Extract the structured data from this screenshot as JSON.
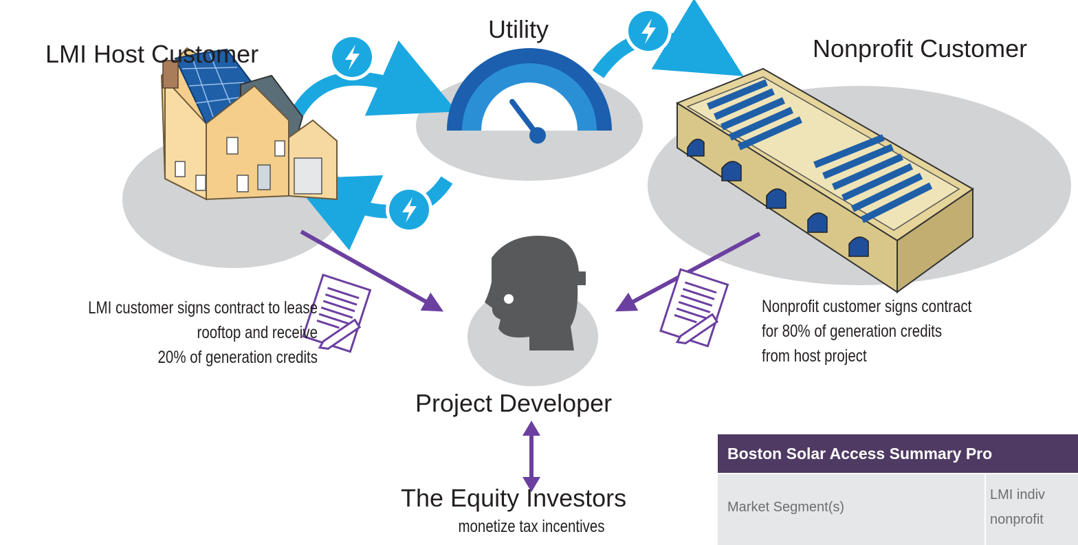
{
  "nodes": {
    "host_customer": "LMI Host Customer",
    "utility": "Utility",
    "nonprofit_customer": "Nonprofit Customer",
    "developer": "Project Developer",
    "investors": "The Equity Investors",
    "investors_sub": "monetize tax incentives"
  },
  "notes": {
    "host_contract": [
      "LMI customer signs contract to lease",
      "rooftop and receive",
      "20% of generation credits"
    ],
    "nonprofit_contract": [
      "Nonprofit customer signs contract",
      "for 80% of generation credits",
      "from host project"
    ]
  },
  "summary_table": {
    "header": "Boston Solar Access Summary Pro",
    "rows": [
      {
        "label": "Market Segment(s)",
        "value_lines": [
          "LMI indiv",
          "nonprofit"
        ]
      }
    ]
  },
  "colors": {
    "flow_arrow": "#1ba8e0",
    "contract_arrow": "#6b3fa0",
    "table_header": "#4f3a63",
    "platform": "#d1d3d4",
    "developer_icon": "#58595b"
  },
  "icons": [
    "lightning-icon",
    "meter-icon",
    "house-icon",
    "building-icon",
    "contract-icon",
    "developer-head-icon"
  ]
}
